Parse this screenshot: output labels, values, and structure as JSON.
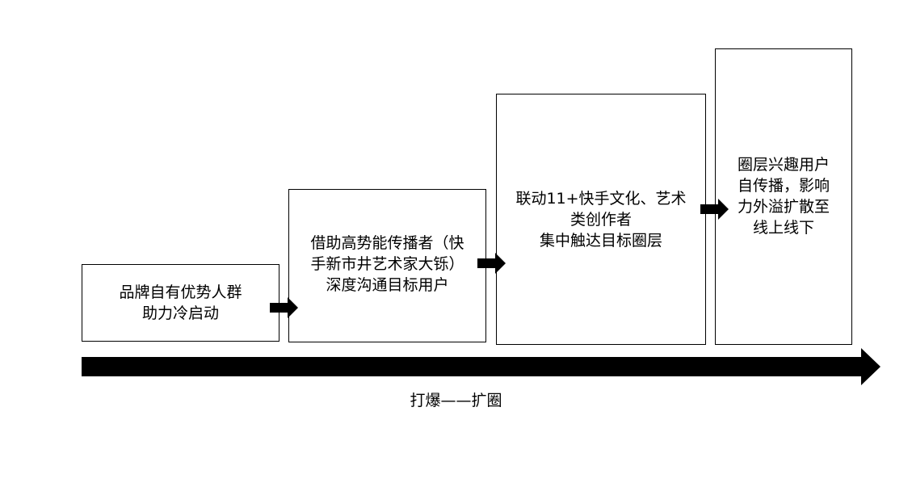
{
  "stages": [
    {
      "lines": [
        "品牌自有优势人群",
        "助力冷启动"
      ]
    },
    {
      "lines": [
        "借助高势能传播者（快",
        "手新市井艺术家大铄）",
        "深度沟通目标用户"
      ]
    },
    {
      "lines": [
        "联动11+快手文化、艺术",
        "类创作者",
        "集中触达目标圈层"
      ]
    },
    {
      "lines": [
        "圈层兴趣用户",
        "自传播，影响",
        "力外溢扩散至",
        "线上线下"
      ]
    }
  ],
  "timeline": {
    "label": "打爆——扩圈"
  },
  "colors": {
    "stroke": "#000000",
    "fill": "#ffffff"
  }
}
